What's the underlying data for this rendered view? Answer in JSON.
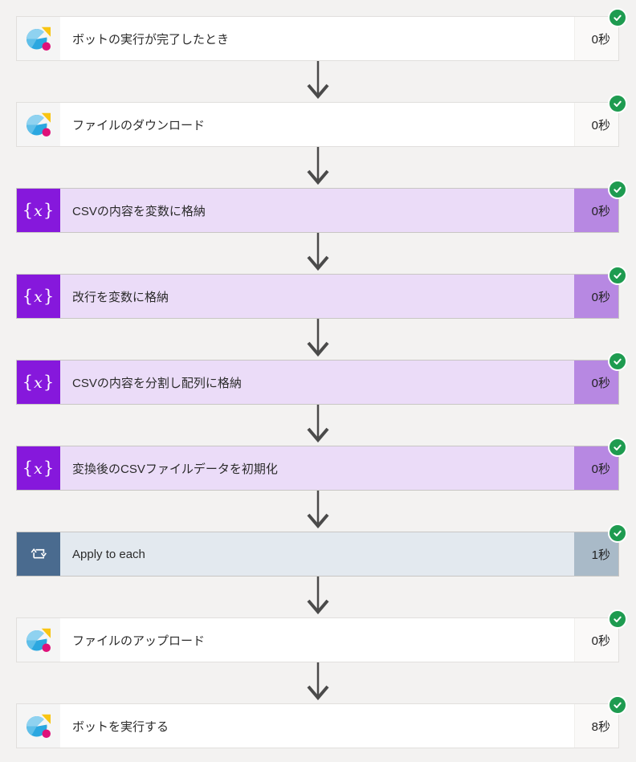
{
  "flow": {
    "steps": [
      {
        "title": "ボットの実行が完了したとき",
        "duration": "0秒",
        "type": "connector",
        "icon": "automation-anywhere",
        "status": "success"
      },
      {
        "title": "ファイルのダウンロード",
        "duration": "0秒",
        "type": "connector",
        "icon": "automation-anywhere",
        "status": "success"
      },
      {
        "title": "CSVの内容を変数に格納",
        "duration": "0秒",
        "type": "variable",
        "icon": "variable-x",
        "status": "success"
      },
      {
        "title": "改行を変数に格納",
        "duration": "0秒",
        "type": "variable",
        "icon": "variable-x",
        "status": "success"
      },
      {
        "title": "CSVの内容を分割し配列に格納",
        "duration": "0秒",
        "type": "variable",
        "icon": "variable-x",
        "status": "success"
      },
      {
        "title": "変換後のCSVファイルデータを初期化",
        "duration": "0秒",
        "type": "variable",
        "icon": "variable-x",
        "status": "success"
      },
      {
        "title": "Apply to each",
        "duration": "1秒",
        "type": "foreach",
        "icon": "foreach-loop",
        "status": "success"
      },
      {
        "title": "ファイルのアップロード",
        "duration": "0秒",
        "type": "connector",
        "icon": "automation-anywhere",
        "status": "success"
      },
      {
        "title": "ボットを実行する",
        "duration": "8秒",
        "type": "connector",
        "icon": "automation-anywhere",
        "status": "success"
      }
    ]
  },
  "colors": {
    "page_bg": "#f3f2f1",
    "variable_purple": "#8618dc",
    "variable_light": "#ebdcf8",
    "variable_duration": "#b788e2",
    "foreach_dark": "#4a6b8f",
    "foreach_light": "#e3e9ef",
    "foreach_duration": "#a9bac8",
    "success_green": "#1e9b50",
    "arrow_gray": "#4a4a4a",
    "aa_blue": "#2ba7e0",
    "aa_light_blue": "#8fd2f0",
    "aa_mid_blue": "#5fbfe9",
    "aa_yellow": "#f9c513",
    "aa_magenta": "#de1179"
  }
}
